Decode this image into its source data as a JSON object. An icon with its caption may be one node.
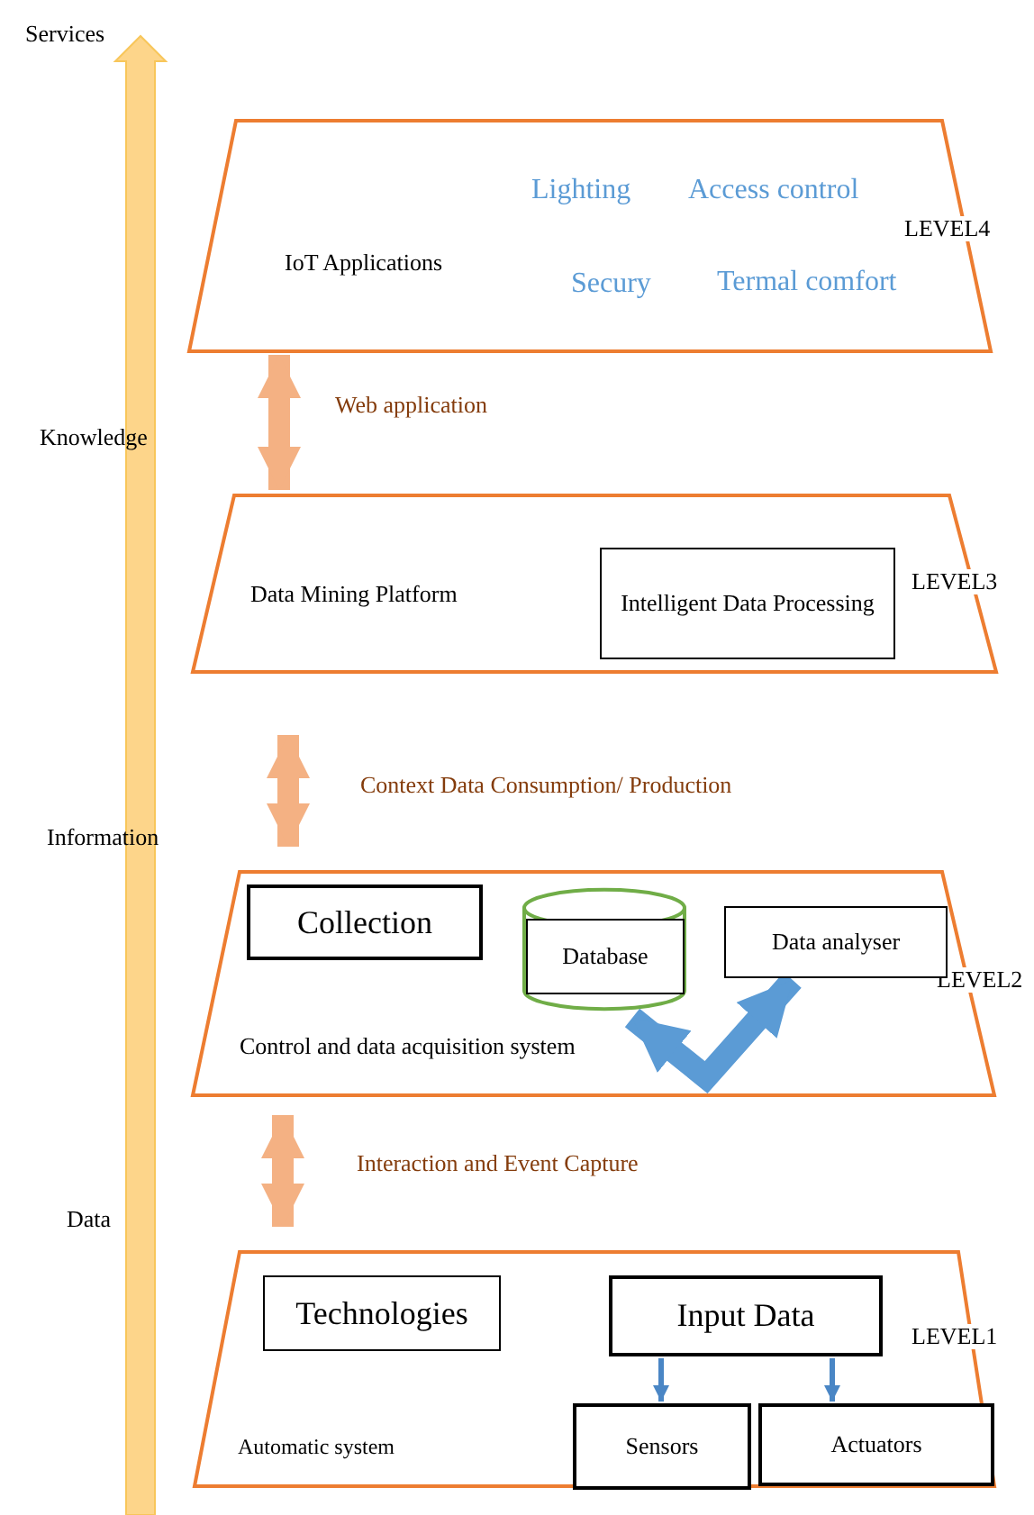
{
  "diagram": {
    "nodes": [
      {
        "text": [
          "IoT Applications",
          "Lighting",
          "Access control",
          "Secury",
          "Termal comfort",
          "LEVEL4"
        ]
      },
      {
        "text": [
          "Data Mining Platform",
          "LEVEL3"
        ]
      },
      {
        "text": [
          "Intelligent Data Processing"
        ],
        "in": 1
      },
      {
        "text": [
          "Control and data acquisition system",
          "LEVEL2"
        ]
      },
      {
        "text": [
          "Collection"
        ],
        "in": 3
      },
      {
        "text": [
          "Database"
        ],
        "in": 3
      },
      {
        "text": [
          "Data analyser"
        ],
        "in": 3
      },
      {
        "text": [
          "Automatic system",
          "LEVEL1"
        ]
      },
      {
        "text": [
          "Technologies"
        ],
        "in": 7
      },
      {
        "text": [
          "Input Data"
        ],
        "in": 7
      },
      {
        "text": [
          "Sensors"
        ],
        "in": 7
      },
      {
        "text": [
          "Actuators"
        ],
        "in": 7
      }
    ],
    "edges": [
      {
        "from": 0,
        "to": 1,
        "arrow": "both",
        "label": "Web application",
        "color": "#f4b183"
      },
      {
        "from": 1,
        "to": 3,
        "arrow": "both",
        "label": "Context Data Consumption/ Production",
        "color": "#f4b183"
      },
      {
        "from": 3,
        "to": 7,
        "arrow": "both",
        "label": "Interaction and Event Capture",
        "color": "#f4b183"
      },
      {
        "from": 5,
        "to": 6,
        "arrow": "both",
        "color": "#5b9bd5"
      },
      {
        "from": 9,
        "to": 10,
        "arrow": "to",
        "color": "#4a86c5"
      },
      {
        "from": 9,
        "to": 11,
        "arrow": "to",
        "color": "#4a86c5"
      }
    ],
    "labels": [
      "Services",
      "Knowledge",
      "Information",
      "Data"
    ]
  }
}
